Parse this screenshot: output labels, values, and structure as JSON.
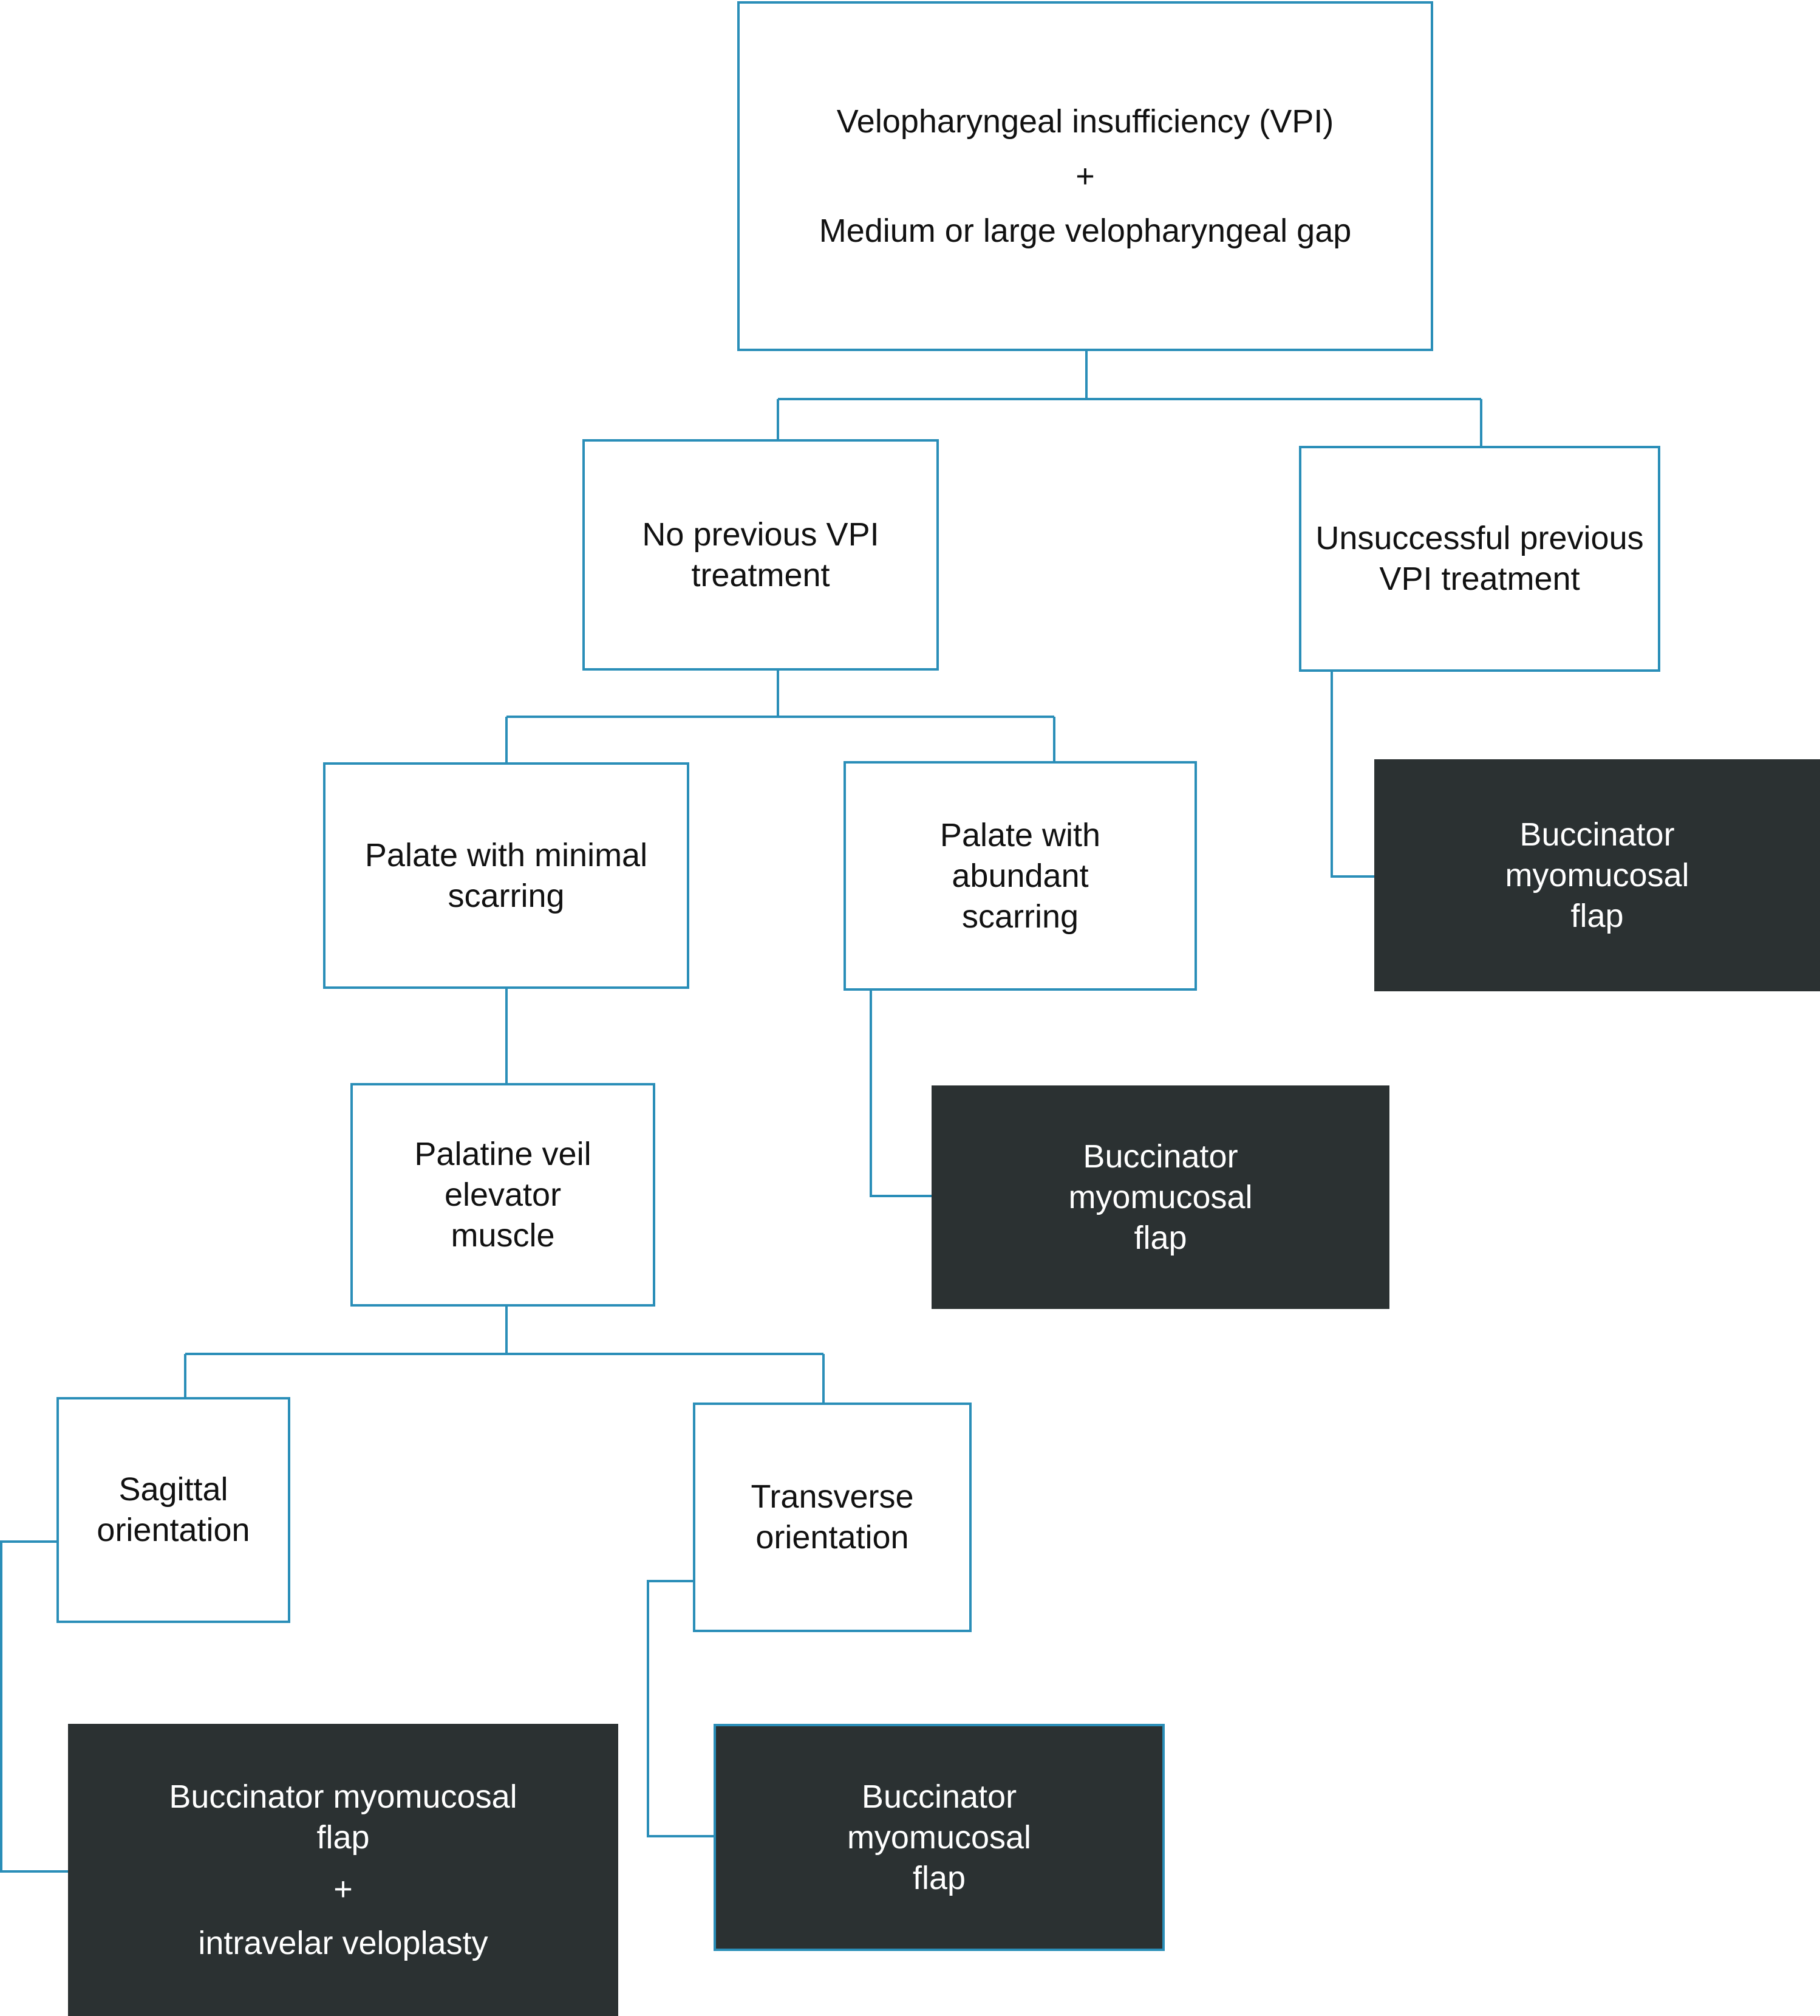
{
  "root": {
    "line1": "Velopharyngeal insufficiency (VPI)",
    "plus": "+",
    "line2": "Medium or large velopharyngeal gap"
  },
  "no_previous": {
    "line1": "No previous VPI",
    "line2": "treatment"
  },
  "unsuccessful_previous": {
    "line1": "Unsuccessful previous",
    "line2": "VPI treatment"
  },
  "minimal_scarring": {
    "line1": "Palate with minimal",
    "line2": "scarring"
  },
  "abundant_scarring": {
    "line1": "Palate with",
    "line2": "abundant",
    "line3": "scarring"
  },
  "elevator_muscle": {
    "line1": "Palatine veil",
    "line2": "elevator",
    "line3": "muscle"
  },
  "sagittal": {
    "line1": "Sagittal",
    "line2": "orientation"
  },
  "transverse": {
    "line1": "Transverse",
    "line2": "orientation"
  },
  "flap_unsuccessful": {
    "line1": "Buccinator",
    "line2": "myomucosal",
    "line3": "flap"
  },
  "flap_abundant": {
    "line1": "Buccinator",
    "line2": "myomucosal",
    "line3": "flap"
  },
  "flap_transverse": {
    "line1": "Buccinator",
    "line2": "myomucosal",
    "line3": "flap"
  },
  "flap_sagittal": {
    "line1": "Buccinator myomucosal",
    "line2": "flap",
    "plus": "+",
    "line3": "intravelar veloplasty"
  },
  "colors": {
    "outline": "#2a8eb8",
    "outcome_fill": "#2b3132",
    "outcome_text": "#ffffff",
    "text": "#111111"
  }
}
